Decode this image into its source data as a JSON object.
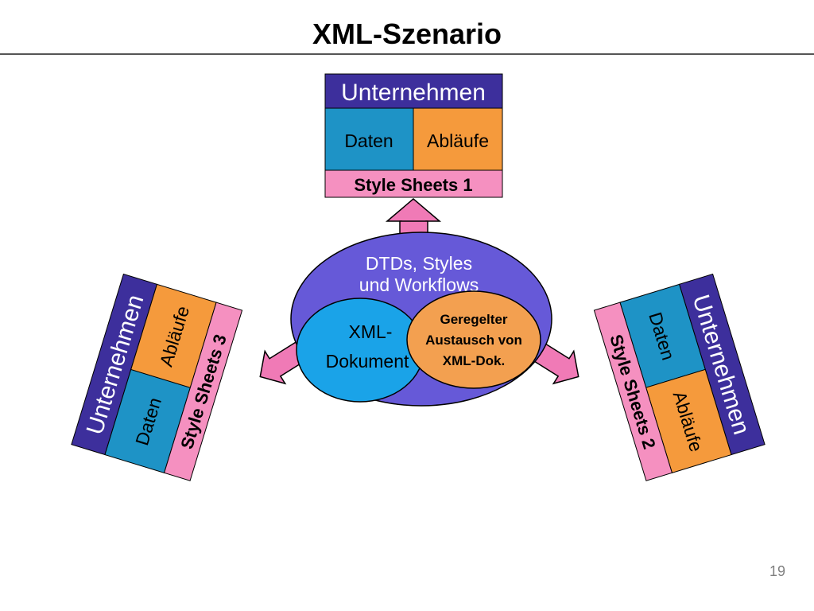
{
  "slide": {
    "title": "XML-Szenario",
    "page_number": "19"
  },
  "top_company": {
    "name": "Unternehmen",
    "data": "Daten",
    "processes": "Abläufe",
    "style_sheets": "Style Sheets 1"
  },
  "left_company": {
    "name": "Unternehmen",
    "data": "Daten",
    "processes": "Abläufe",
    "style_sheets": "Style Sheets 3"
  },
  "right_company": {
    "name": "Unternehmen",
    "data": "Daten",
    "processes": "Abläufe",
    "style_sheets": "Style Sheets 2"
  },
  "hub": {
    "line1": "DTDs, Styles",
    "line2": "und Workflows",
    "xml_line1": "XML-",
    "xml_line2": "Dokument",
    "exchange_line1": "Geregelter",
    "exchange_line2": "Austausch von",
    "exchange_line3": "XML-Dok."
  },
  "colors": {
    "purple_header": "#3d2f9c",
    "data_teal": "#1e93c6",
    "process_orange": "#f59a3c",
    "style_pink": "#f590c0",
    "hub_purple": "#6659d8",
    "xml_blue": "#1aa3e8",
    "exchange_orange": "#f3a050",
    "arrow_pink": "#f07ab6"
  }
}
